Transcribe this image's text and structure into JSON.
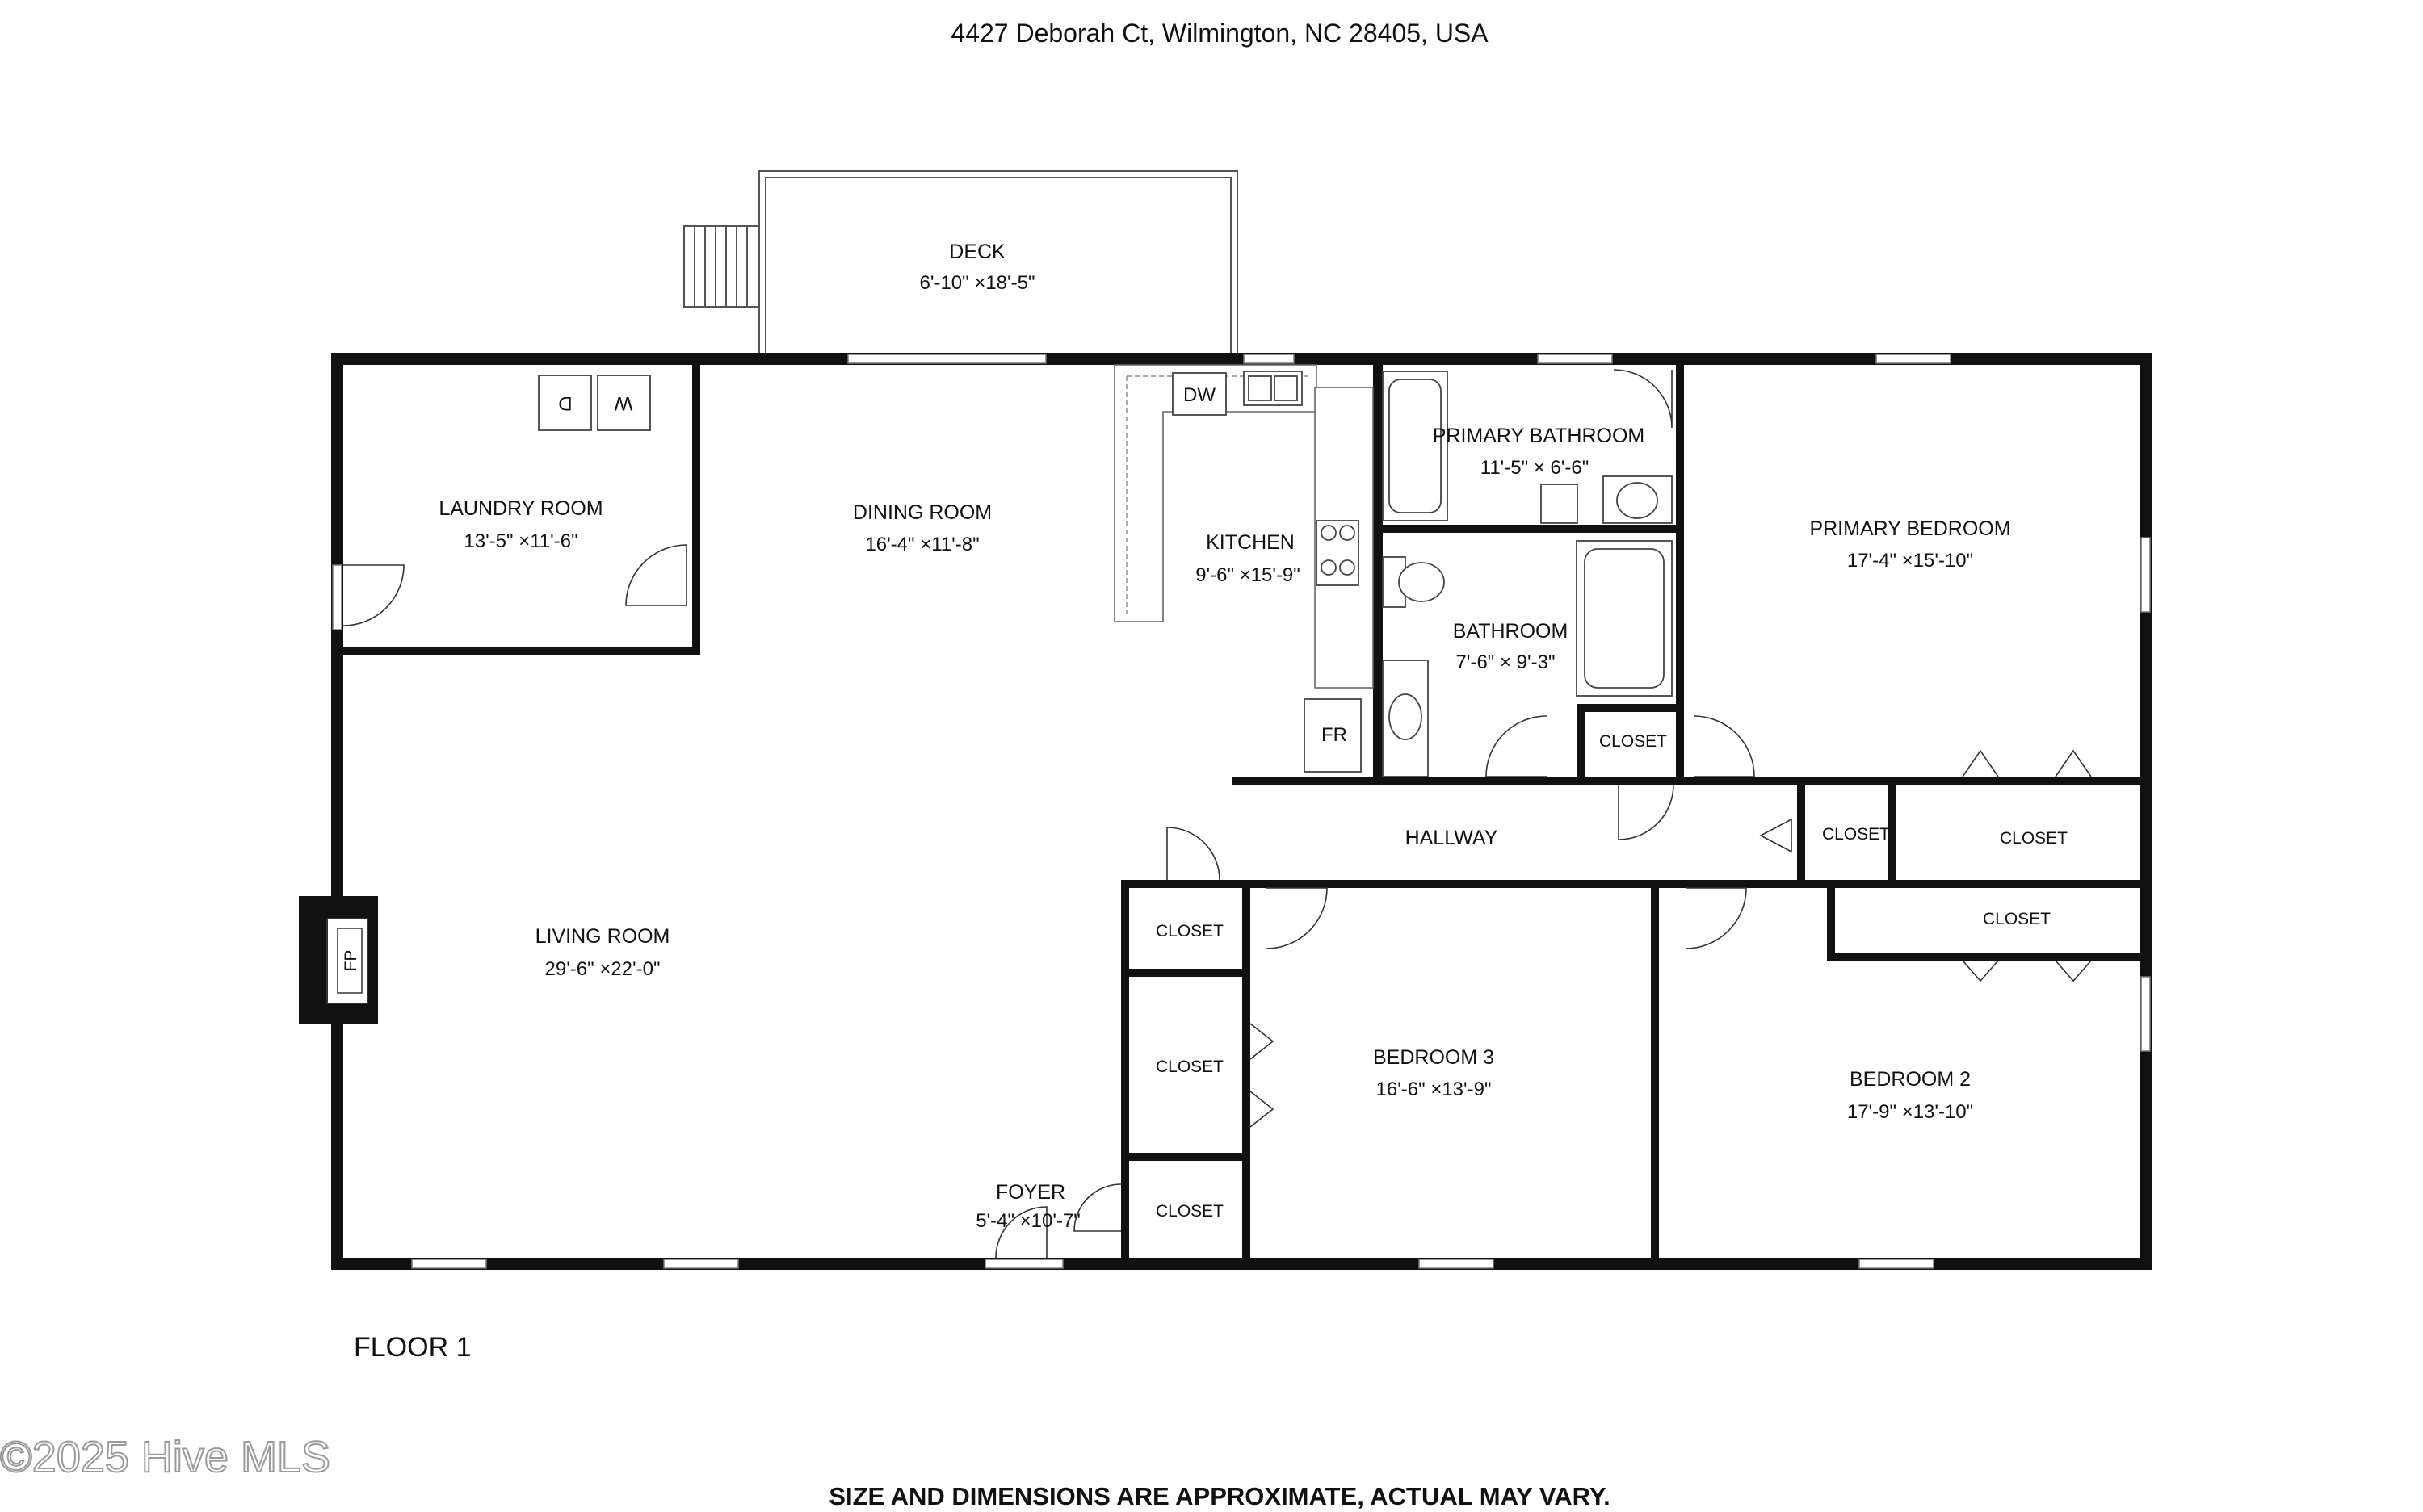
{
  "header": {
    "address": "4427 Deborah Ct, Wilmington, NC 28405, USA"
  },
  "floor_label": "FLOOR 1",
  "watermark": "©2025 Hive MLS",
  "disclaimer": "SIZE AND DIMENSIONS ARE APPROXIMATE, ACTUAL MAY VARY.",
  "rooms": {
    "deck": {
      "name": "DECK",
      "dims": "6'-10\" ×18'-5\""
    },
    "laundry": {
      "name": "LAUNDRY ROOM",
      "dims": "13'-5\" ×11'-6\""
    },
    "dining": {
      "name": "DINING ROOM",
      "dims": "16'-4\" ×11'-8\""
    },
    "kitchen": {
      "name": "KITCHEN",
      "dims": "9'-6\"  ×15'-9\""
    },
    "primary_bath": {
      "name": "PRIMARY BATHROOM",
      "dims": "11'-5\" × 6'-6\""
    },
    "primary_bed": {
      "name": "PRIMARY BEDROOM",
      "dims": "17'-4\" ×15'-10\""
    },
    "bathroom": {
      "name": "BATHROOM",
      "dims": "7'-6\"  × 9'-3\""
    },
    "hallway": {
      "name": "HALLWAY"
    },
    "living": {
      "name": "LIVING ROOM",
      "dims": "29'-6\" ×22'-0\""
    },
    "foyer": {
      "name": "FOYER",
      "dims": "5'-4\"  ×10'-7\""
    },
    "bed3": {
      "name": "BEDROOM 3",
      "dims": "16'-6\" ×13'-9\""
    },
    "bed2": {
      "name": "BEDROOM 2",
      "dims": "17'-9\" ×13'-10\""
    }
  },
  "closets": {
    "bath": "CLOSET",
    "hall_small": "CLOSET",
    "hall_right": "CLOSET",
    "bed2_top": "CLOSET",
    "bed3_top": "CLOSET",
    "bed3_mid": "CLOSET",
    "bed3_bottom": "CLOSET"
  },
  "fixtures": {
    "dishwasher": "DW",
    "fridge": "FR",
    "fireplace": "FP",
    "washer": "W",
    "dryer": "D"
  }
}
